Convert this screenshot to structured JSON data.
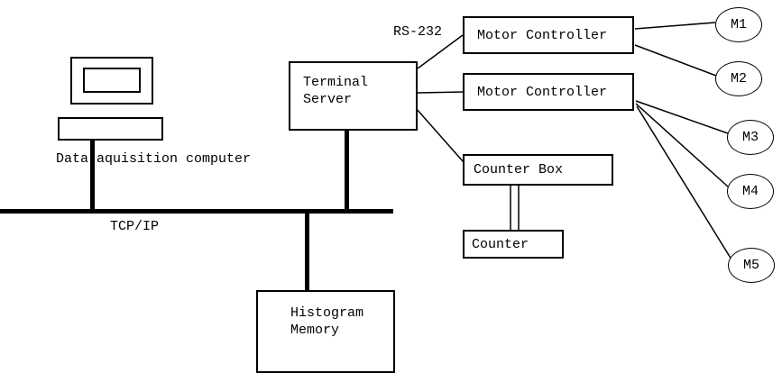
{
  "nodes": {
    "data_acquisition_label": "Data aquisition computer",
    "tcp_ip_label": "TCP/IP",
    "rs232_label": "RS-232",
    "terminal_server": {
      "line1": "Terminal",
      "line2": "Server"
    },
    "motor_controller_1": {
      "label": "Motor Controller"
    },
    "motor_controller_2": {
      "label": "Motor Controller"
    },
    "counter_box": {
      "label": "Counter Box"
    },
    "counter": {
      "label": "Counter"
    },
    "histogram_memory": {
      "line1": "Histogram",
      "line2": "Memory"
    },
    "motors": [
      {
        "label": "M1"
      },
      {
        "label": "M2"
      },
      {
        "label": "M3"
      },
      {
        "label": "M4"
      },
      {
        "label": "M5"
      }
    ]
  },
  "colors": {
    "line": "#000000",
    "background": "#ffffff"
  }
}
